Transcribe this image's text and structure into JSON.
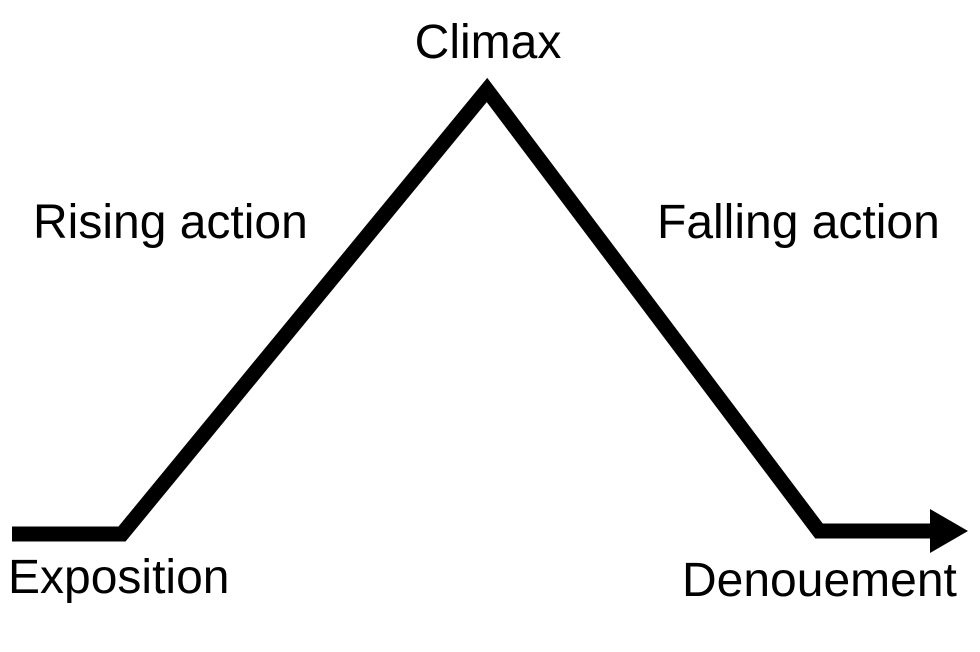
{
  "diagram": {
    "type": "story-plot-arc",
    "stages": [
      {
        "id": "exposition",
        "label": "Exposition"
      },
      {
        "id": "rising-action",
        "label": "Rising action"
      },
      {
        "id": "climax",
        "label": "Climax"
      },
      {
        "id": "falling-action",
        "label": "Falling action"
      },
      {
        "id": "denouement",
        "label": "Denouement"
      }
    ],
    "colors": {
      "line": "#000000",
      "text": "#000000",
      "background": "#ffffff"
    }
  }
}
